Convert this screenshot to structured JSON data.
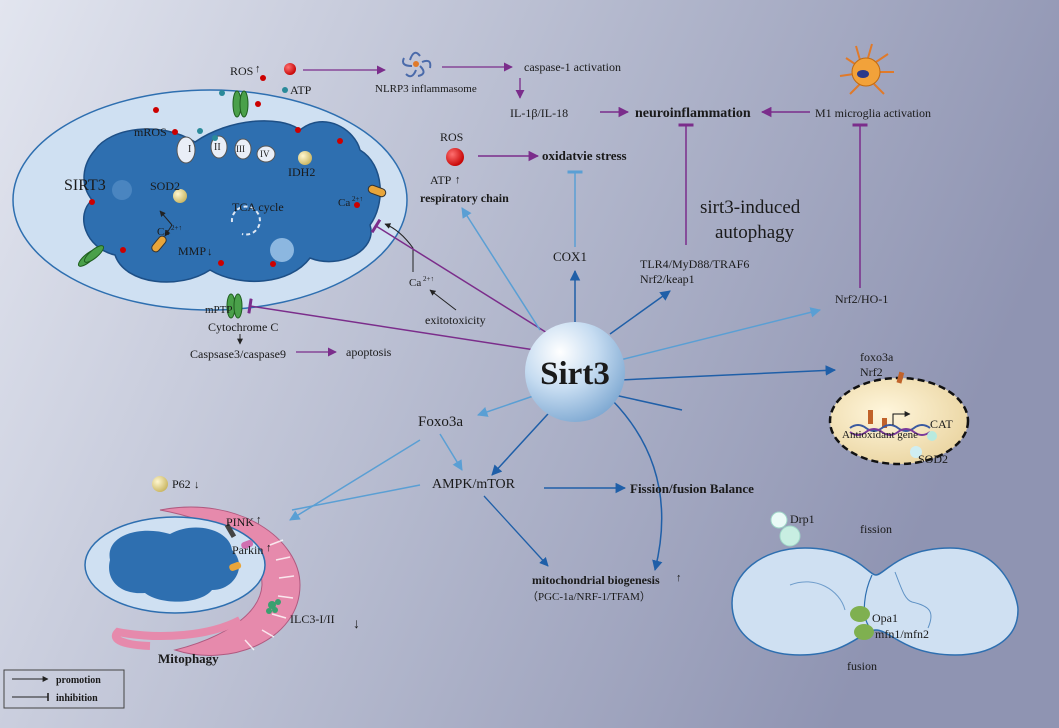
{
  "center": {
    "label": "Sirt3"
  },
  "mito_top": {
    "ros": "ROS",
    "atp": "ATP",
    "mros": "mROS",
    "sirt3": "SIRT3",
    "sod2": "SOD2",
    "idh2": "IDH2",
    "tca": "TCA cycle",
    "ca_in": "Ca",
    "ca_mmp": "Ca",
    "mmp": "MMP",
    "complexes": [
      "I",
      "II",
      "III",
      "IV"
    ]
  },
  "pathway_top": {
    "nlrp3": "NLRP3 inflammasome",
    "caspase1": "caspase-1 activation",
    "il": "IL-1β/IL-18",
    "neuroinflammation": "neuroinflammation",
    "m1": "M1 microglia activation",
    "ros2": "ROS",
    "oxidative": "oxidatvie stress",
    "atp2": "ATP",
    "resp": "respiratory chain",
    "cox1": "COX1",
    "autophagy_1": "sirt3-induced",
    "autophagy_2": "autophagy",
    "tlr4": "TLR4/MyD88/TRAF6",
    "nrf2keap": "Nrf2/keap1",
    "nrf2ho": "Nrf2/HO-1"
  },
  "apoptosis": {
    "mptp": "mPTP",
    "cytc": "Cytochrome C",
    "casp": "Caspsase3/caspase9",
    "apoptosis": "apoptosis",
    "ca_exit": "Ca",
    "exito": "exitotoxicity"
  },
  "nucleus": {
    "foxo3a": "foxo3a",
    "nrf2": "Nrf2",
    "antioxidant": "Antioxidant gene",
    "cat": "CAT",
    "sod2": "SOD2"
  },
  "lower": {
    "foxo3a": "Foxo3a",
    "ampk": "AMPK/mTOR",
    "fission_balance": "Fission/fusion Balance",
    "biogenesis": "mitochondrial biogenesis",
    "biogenesis_sub": "（PGC-1a/NRF-1/TFAM）"
  },
  "mitophagy": {
    "p62": "P62",
    "pink": "PINK",
    "parkin": "Parkin",
    "lc3": "ILC3-I/II",
    "title": "Mitophagy"
  },
  "fission": {
    "drp1": "Drp1",
    "fission": "fission",
    "opa1": "Opa1",
    "mfn": "mfn1/mfn2",
    "fusion": "fusion"
  },
  "legend": {
    "promotion": "promotion",
    "inhibition": "inhibition"
  },
  "colors": {
    "promote": "#1f5fa8",
    "promote_light": "#5a9fd4",
    "inhibit": "#7b2d8b",
    "mito": "#2e6fb0",
    "mito_outer": "#cfe0f2",
    "pink": "#e68aac"
  }
}
